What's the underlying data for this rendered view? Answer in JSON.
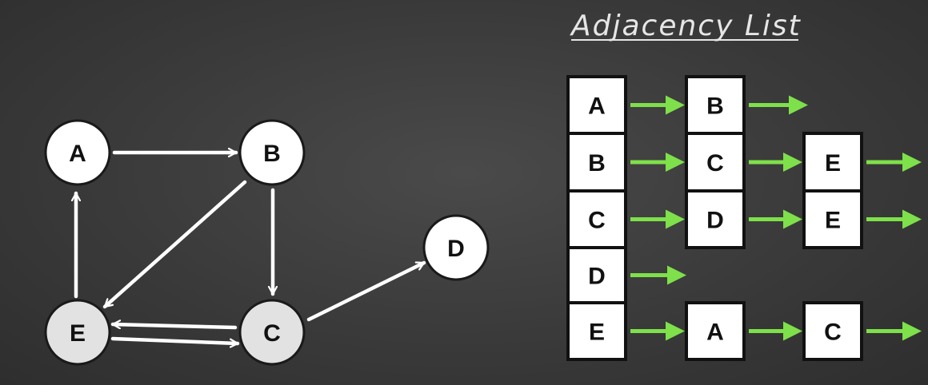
{
  "title": "Adjacency List",
  "colors": {
    "edge": "#ffffff",
    "arrow": "#7ee04a",
    "node_fill": "#ffffff",
    "cell_fill": "#ffffff",
    "text": "#111111"
  },
  "graph": {
    "nodes": [
      {
        "id": "A",
        "label": "A"
      },
      {
        "id": "B",
        "label": "B"
      },
      {
        "id": "C",
        "label": "C"
      },
      {
        "id": "D",
        "label": "D"
      },
      {
        "id": "E",
        "label": "E"
      }
    ],
    "edges": [
      {
        "from": "A",
        "to": "B"
      },
      {
        "from": "B",
        "to": "C"
      },
      {
        "from": "B",
        "to": "E"
      },
      {
        "from": "C",
        "to": "D"
      },
      {
        "from": "C",
        "to": "E"
      },
      {
        "from": "E",
        "to": "A"
      },
      {
        "from": "E",
        "to": "C"
      }
    ]
  },
  "adjacency_list": [
    {
      "vertex": "A",
      "neighbors": [
        "B"
      ]
    },
    {
      "vertex": "B",
      "neighbors": [
        "C",
        "E"
      ]
    },
    {
      "vertex": "C",
      "neighbors": [
        "D",
        "E"
      ]
    },
    {
      "vertex": "D",
      "neighbors": []
    },
    {
      "vertex": "E",
      "neighbors": [
        "A",
        "C"
      ]
    }
  ]
}
